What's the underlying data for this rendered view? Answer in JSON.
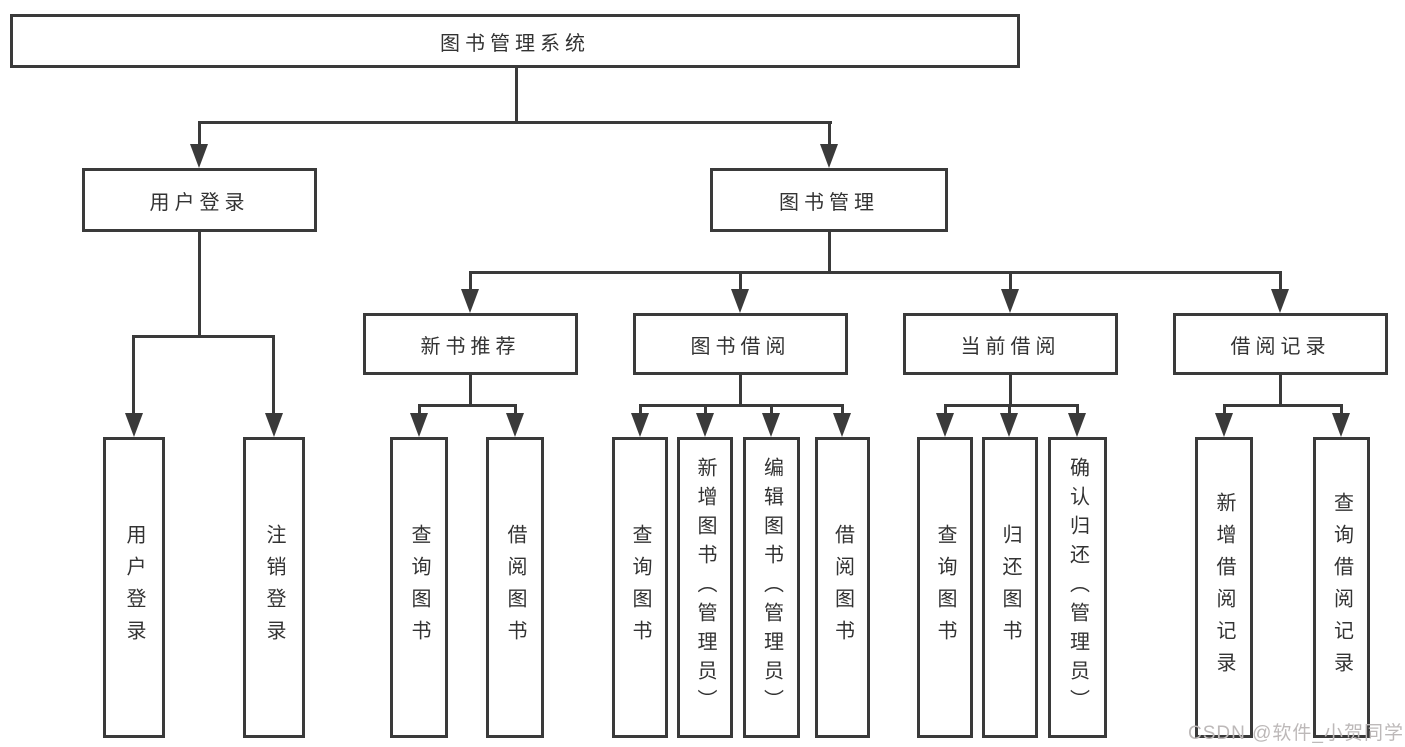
{
  "tree": {
    "root": {
      "label": "图书管理系统"
    },
    "branches": [
      {
        "label": "用户登录",
        "leaves": [
          {
            "label": "用户登录"
          },
          {
            "label": "注销登录"
          }
        ]
      },
      {
        "label": "图书管理",
        "groups": [
          {
            "label": "新书推荐",
            "leaves": [
              {
                "label": "查询图书"
              },
              {
                "label": "借阅图书"
              }
            ]
          },
          {
            "label": "图书借阅",
            "leaves": [
              {
                "label": "查询图书"
              },
              {
                "label": "新增图书（管理员）"
              },
              {
                "label": "编辑图书（管理员）"
              },
              {
                "label": "借阅图书"
              }
            ]
          },
          {
            "label": "当前借阅",
            "leaves": [
              {
                "label": "查询图书"
              },
              {
                "label": "归还图书"
              },
              {
                "label": "确认归还（管理员）"
              }
            ]
          },
          {
            "label": "借阅记录",
            "leaves": [
              {
                "label": "新增借阅记录"
              },
              {
                "label": "查询借阅记录"
              }
            ]
          }
        ]
      }
    ]
  },
  "watermark": {
    "text": "CSDN @软件_小贺同学"
  },
  "colors": {
    "line": "#3a3a3a",
    "text": "#333333",
    "background": "#ffffff",
    "watermark": "#bdb9b9"
  }
}
